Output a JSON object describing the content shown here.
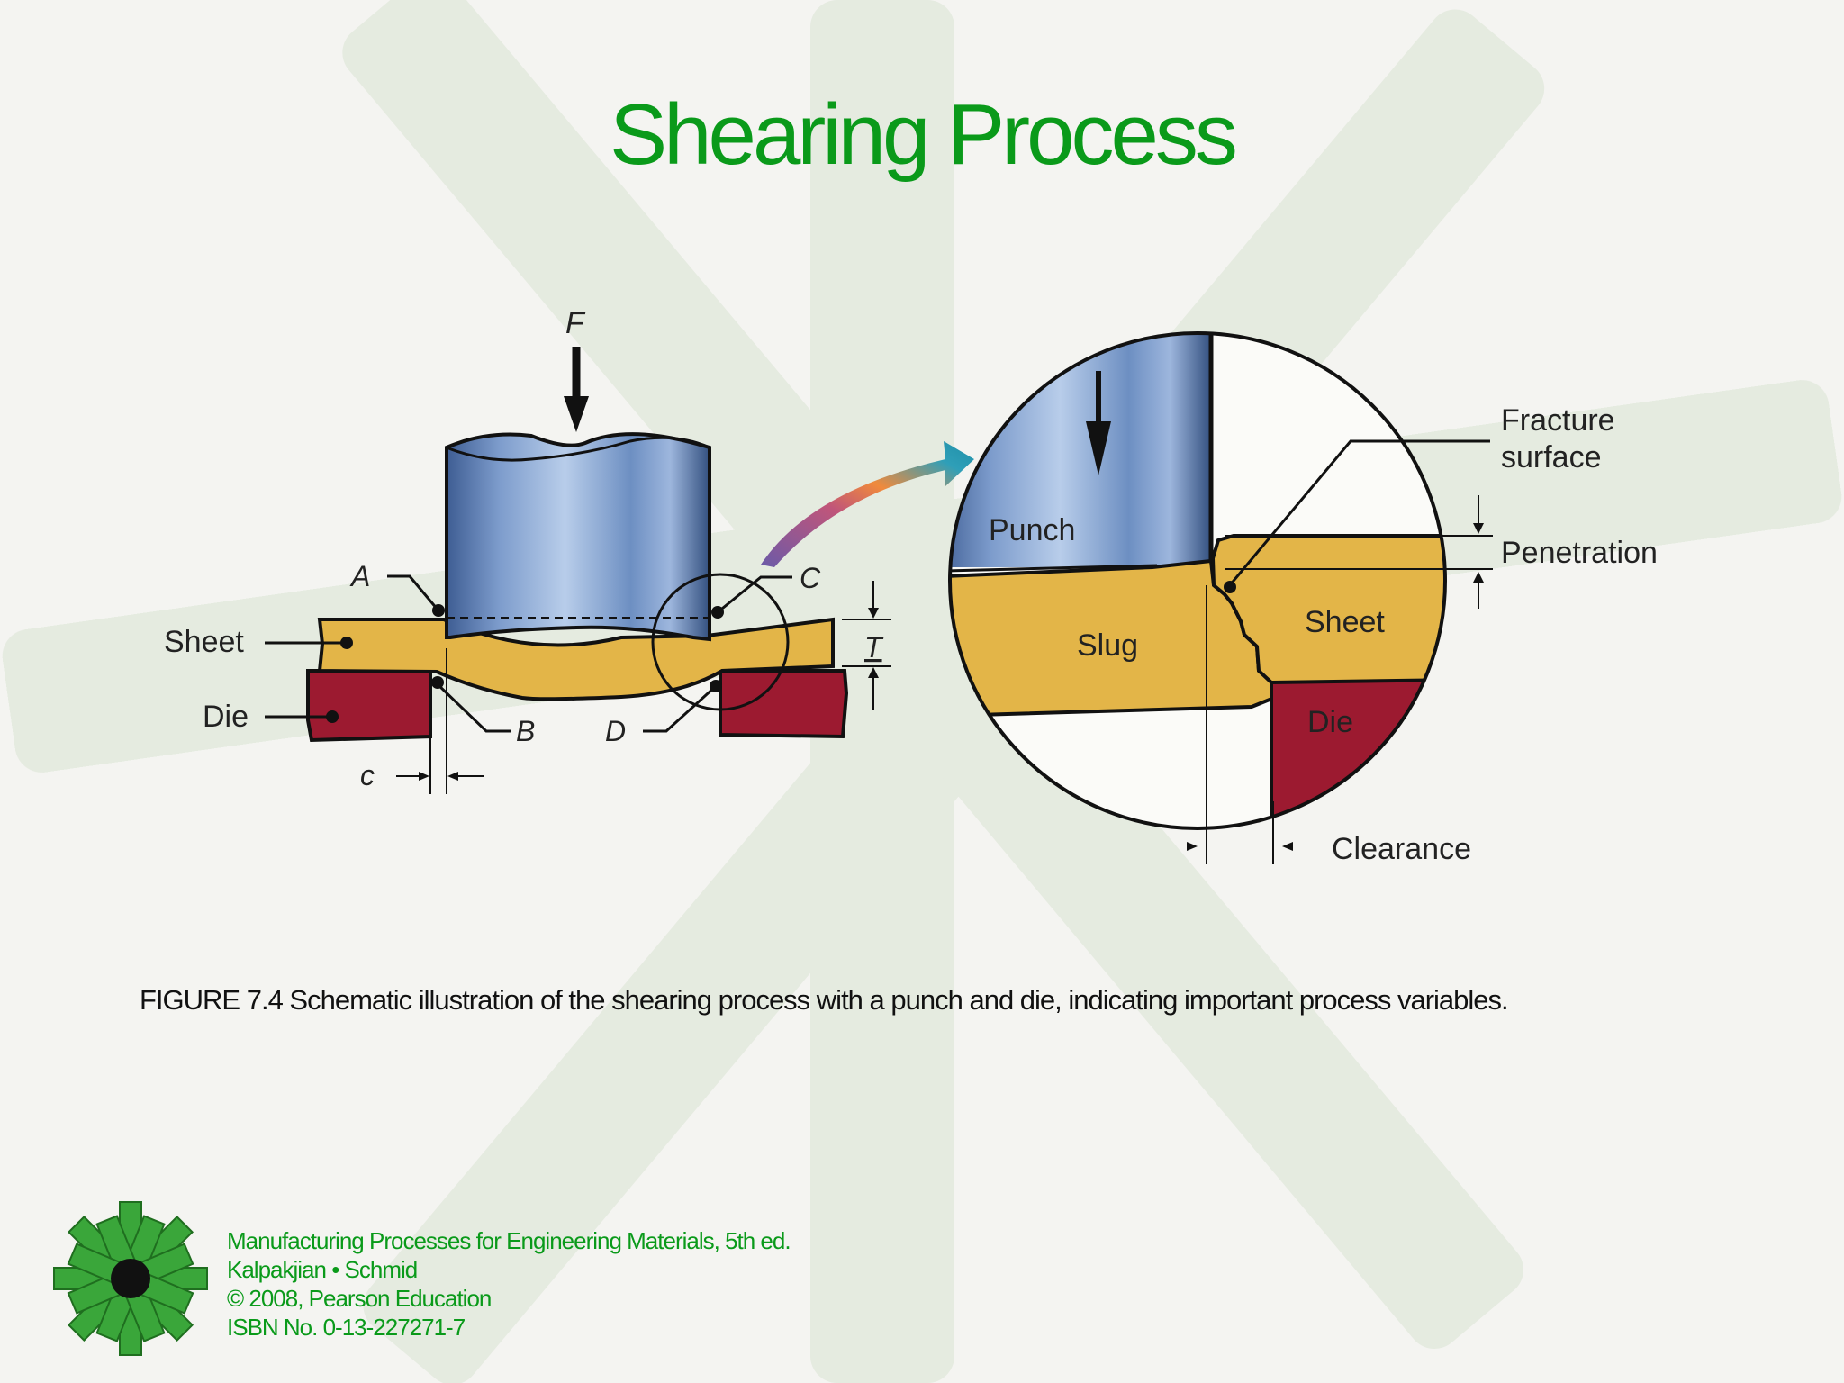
{
  "title": "Shearing Process",
  "figure": {
    "left": {
      "force": "F",
      "point_a": "A",
      "point_b": "B",
      "point_c": "C",
      "point_d": "D",
      "sheet": "Sheet",
      "die": "Die",
      "thickness": "T",
      "clearance": "c"
    },
    "detail": {
      "punch": "Punch",
      "slug": "Slug",
      "sheet": "Sheet",
      "die": "Die",
      "fracture_line1": "Fracture",
      "fracture_line2": "surface",
      "penetration": "Penetration",
      "clearance": "Clearance"
    }
  },
  "caption": "FIGURE 7.4  Schematic illustration of the shearing process with a punch and die, indicating important process variables.",
  "footer": {
    "line1": "Manufacturing Processes for Engineering Materials, 5th ed.",
    "line2": "Kalpakjian • Schmid",
    "line3": "© 2008, Pearson Education",
    "line4": "ISBN No. 0-13-227271-7"
  },
  "colors": {
    "title": "#0a9a1a",
    "sheet": "#e3b548",
    "die": "#9c1a30",
    "punch": "#5a7db5"
  }
}
